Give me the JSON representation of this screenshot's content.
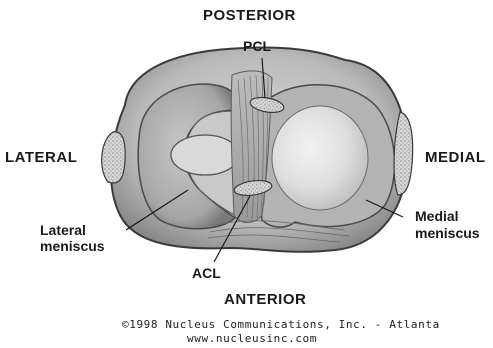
{
  "diagram": {
    "orientation": {
      "top": "POSTERIOR",
      "bottom": "ANTERIOR",
      "left": "LATERAL",
      "right": "MEDIAL"
    },
    "labels": {
      "pcl": "PCL",
      "acl": "ACL",
      "lateral_meniscus_line1": "Lateral",
      "lateral_meniscus_line2": "meniscus",
      "medial_meniscus_line1": "Medial",
      "medial_meniscus_line2": "meniscus"
    },
    "credit": {
      "line1": "©1998 Nucleus Communications, Inc. - Atlanta",
      "line2": "www.nucleusinc.com"
    }
  }
}
